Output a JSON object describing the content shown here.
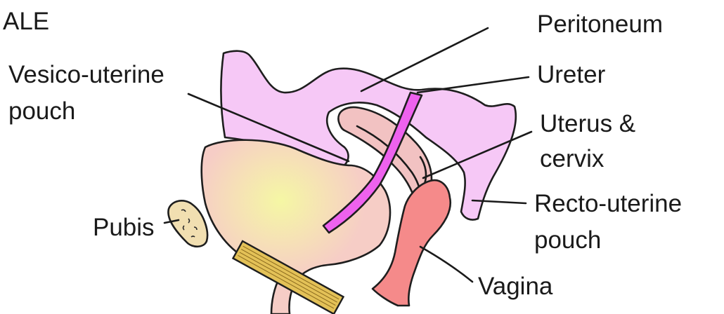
{
  "figure": {
    "title_fragment": "ALE",
    "labels": {
      "peritoneum": "Peritoneum",
      "vesico_uterine_pouch_line1": "Vesico-uterine",
      "vesico_uterine_pouch_line2": "pouch",
      "ureter": "Ureter",
      "uterus_line1": "Uterus &",
      "uterus_line2": "cervix",
      "recto_uterine_pouch_line1": "Recto-uterine",
      "recto_uterine_pouch_line2": "pouch",
      "pubis": "Pubis",
      "vagina": "Vagina"
    }
  },
  "colors": {
    "peritoneum": "#f6c8f6",
    "bladder": "#f6cdc6",
    "bladder_highlight": "#f3f3a6",
    "uterus": "#f2c2c2",
    "ureter": "#ee62ee",
    "vagina": "#f58a8a",
    "pubis": "#f1dfb1",
    "urogenital_bar": "#e3c157"
  }
}
